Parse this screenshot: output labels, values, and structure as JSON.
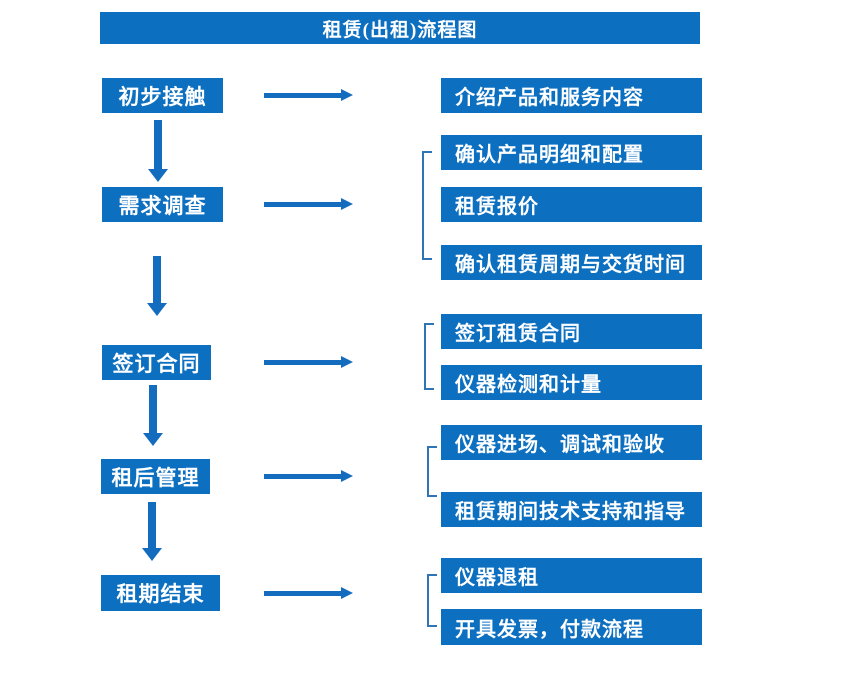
{
  "title": "租赁(出租)流程图",
  "colors": {
    "box_blue": "#0d6fc0",
    "arrow_blue": "#146cbe",
    "bracket_blue": "#2e75b6",
    "text_white": "#ffffff",
    "background": "#ffffff"
  },
  "steps": [
    {
      "label": "初步接触",
      "details": [
        "介绍产品和服务内容"
      ]
    },
    {
      "label": "需求调查",
      "details": [
        "确认产品明细和配置",
        "租赁报价",
        "确认租赁周期与交货时间"
      ]
    },
    {
      "label": "签订合同",
      "details": [
        "签订租赁合同",
        "仪器检测和计量"
      ]
    },
    {
      "label": "租后管理",
      "details": [
        "仪器进场、调试和验收",
        "租赁期间技术支持和指导"
      ]
    },
    {
      "label": "租期结束",
      "details": [
        "仪器退租",
        "开具发票，付款流程"
      ]
    }
  ]
}
